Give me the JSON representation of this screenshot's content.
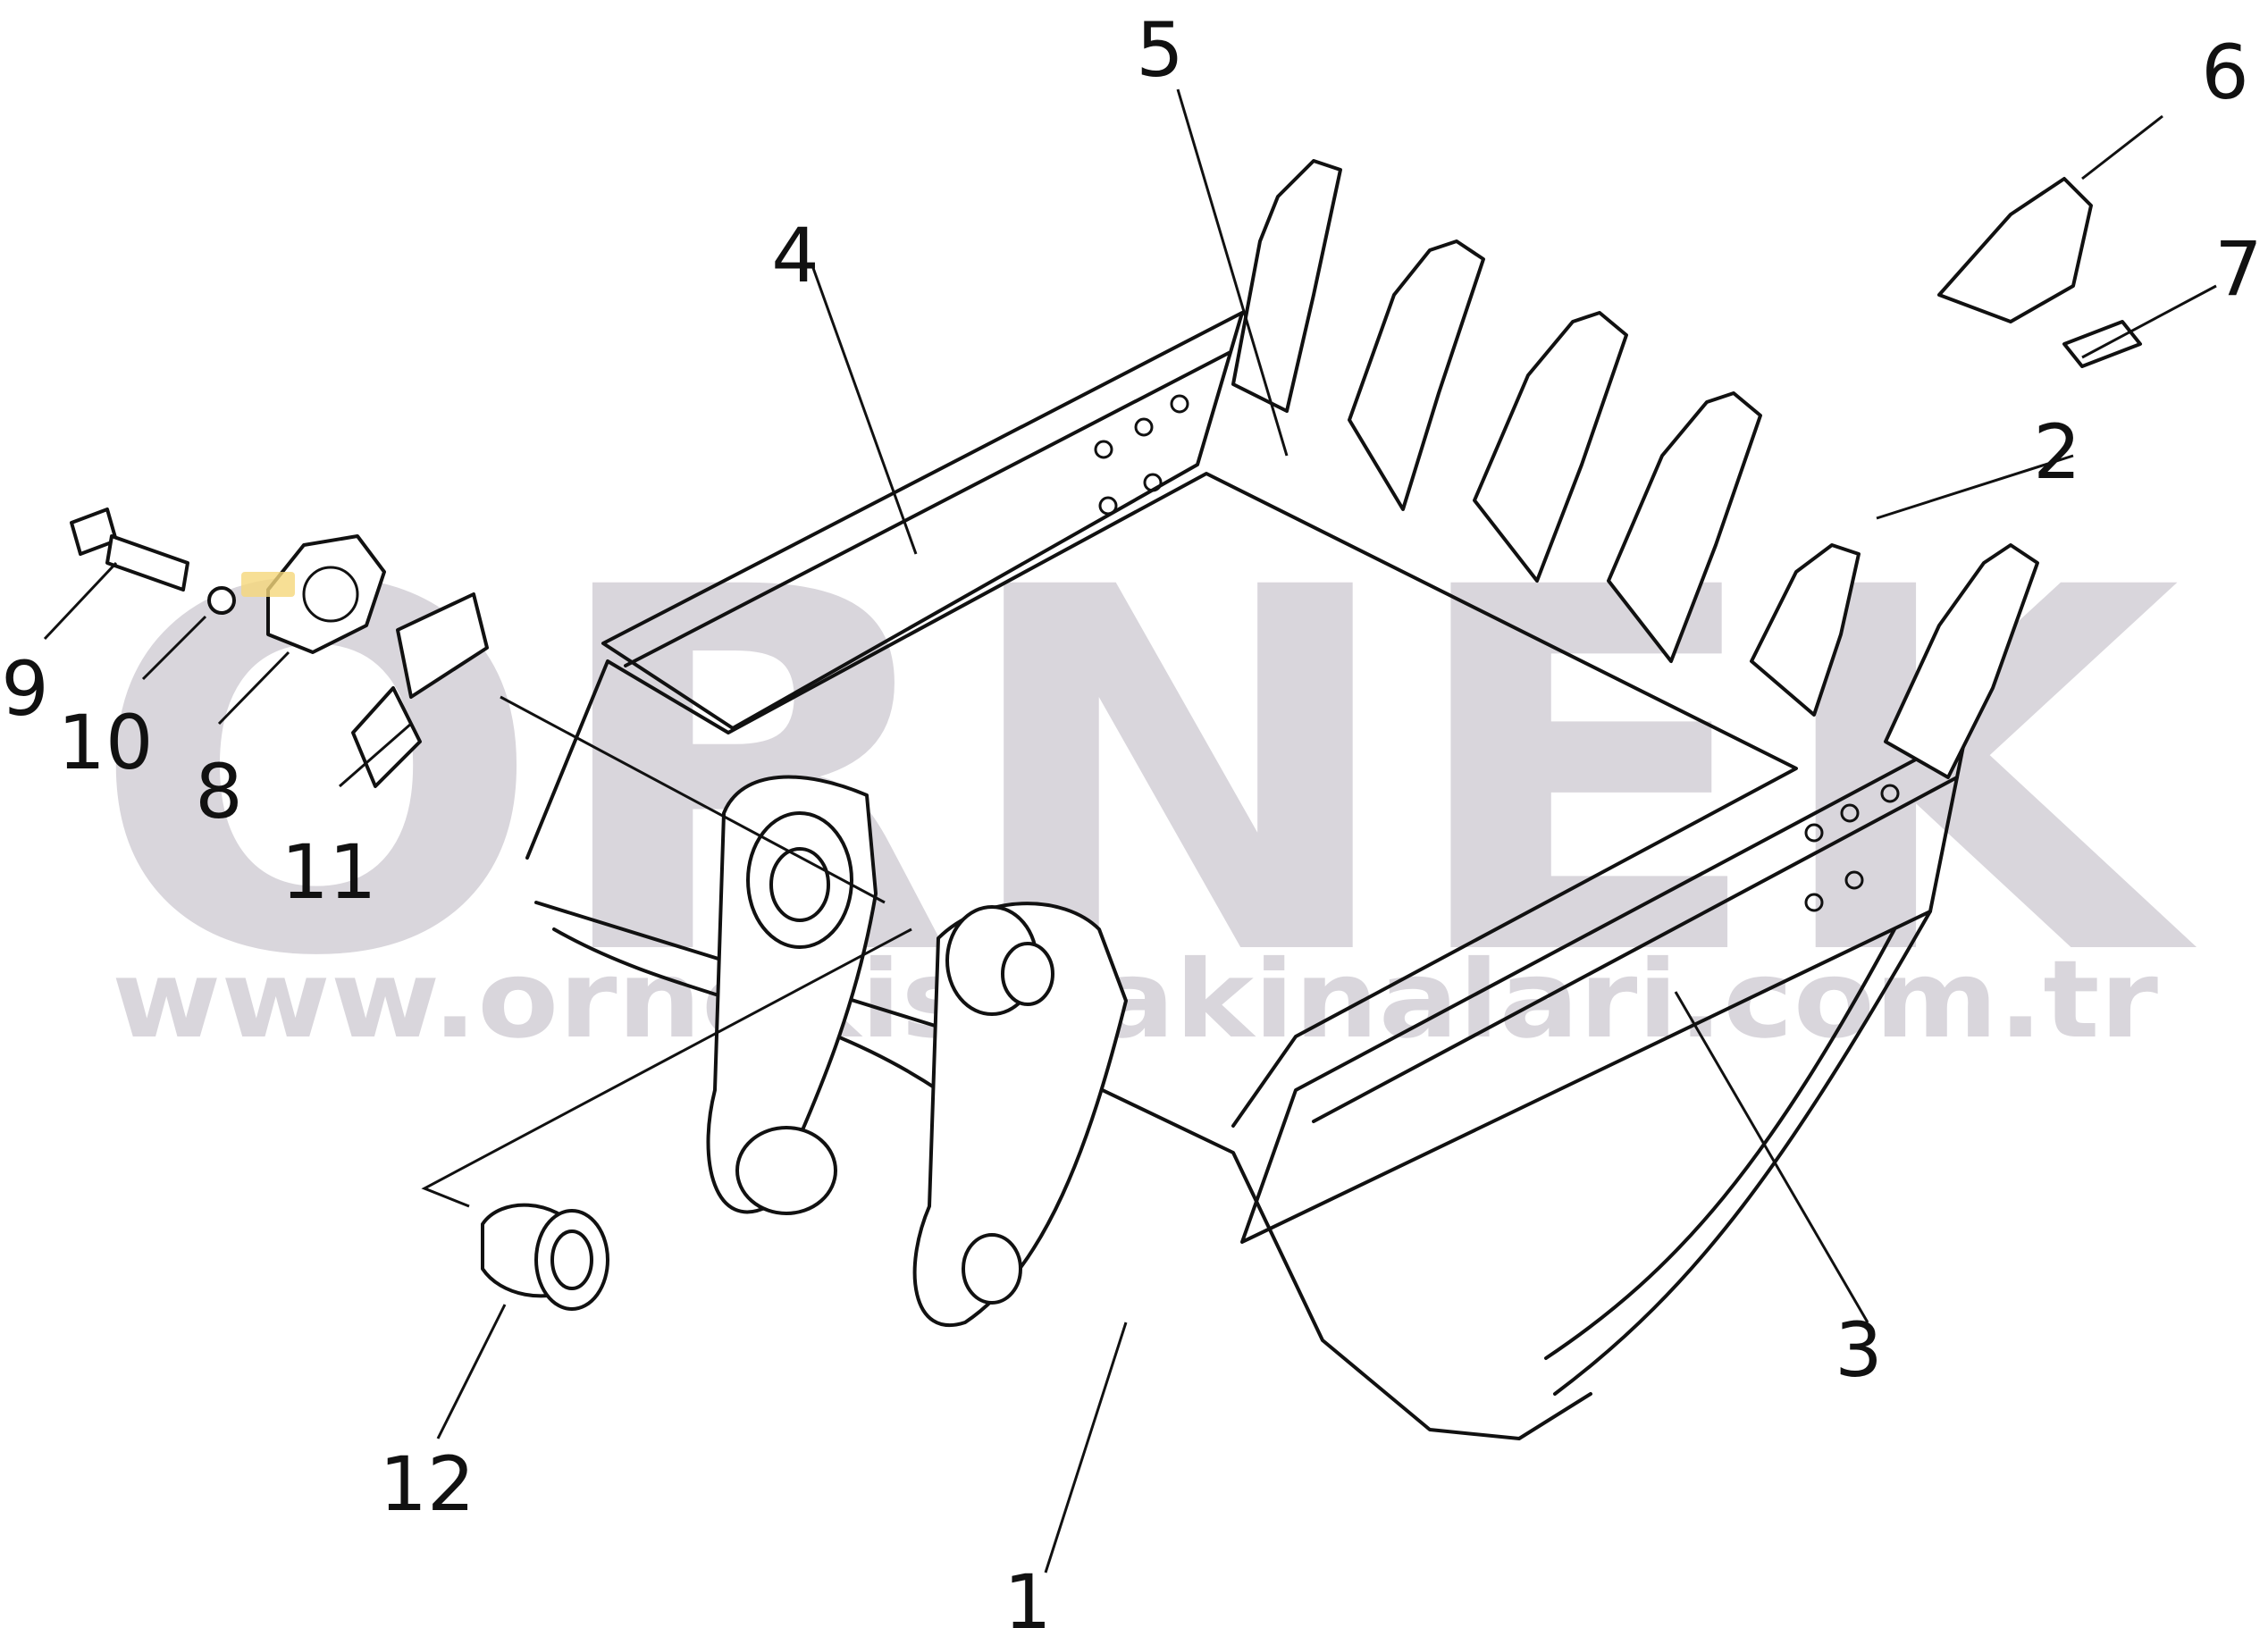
{
  "watermark": {
    "brand": "ORNEK",
    "url": "www.ornekismakinalari.com.tr",
    "color": "#d9d6dc"
  },
  "callouts": [
    {
      "id": "1",
      "label": "1"
    },
    {
      "id": "2",
      "label": "2"
    },
    {
      "id": "3",
      "label": "3"
    },
    {
      "id": "4",
      "label": "4"
    },
    {
      "id": "5",
      "label": "5"
    },
    {
      "id": "6",
      "label": "6"
    },
    {
      "id": "7",
      "label": "7"
    },
    {
      "id": "8",
      "label": "8"
    },
    {
      "id": "9",
      "label": "9"
    },
    {
      "id": "10",
      "label": "10"
    },
    {
      "id": "11",
      "label": "11"
    },
    {
      "id": "12",
      "label": "12"
    }
  ],
  "highlight_color": "#f5d77a"
}
